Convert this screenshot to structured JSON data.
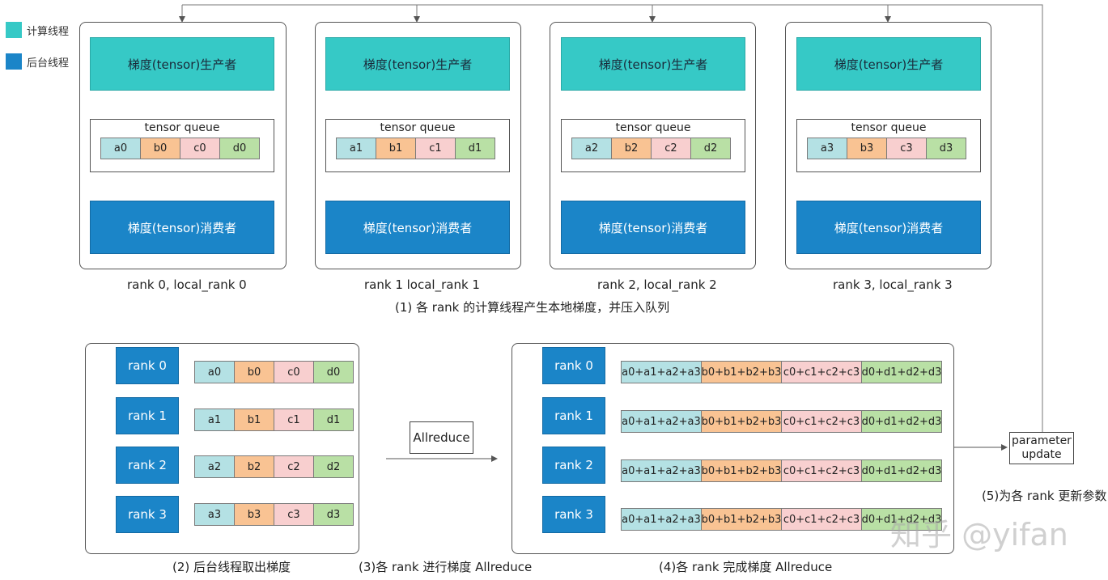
{
  "legend": [
    {
      "label": "计算线程",
      "color": "#36c9c6"
    },
    {
      "label": "后台线程",
      "color": "#1b85c8"
    }
  ],
  "ranks": [
    {
      "producer": "梯度(tensor)生产者",
      "queue_title": "tensor queue",
      "cells": [
        "a0",
        "b0",
        "c0",
        "d0"
      ],
      "consumer": "梯度(tensor)消费者",
      "caption": "rank 0, local_rank 0"
    },
    {
      "producer": "梯度(tensor)生产者",
      "queue_title": "tensor queue",
      "cells": [
        "a1",
        "b1",
        "c1",
        "d1"
      ],
      "consumer": "梯度(tensor)消费者",
      "caption": "rank 1 local_rank 1"
    },
    {
      "producer": "梯度(tensor)生产者",
      "queue_title": "tensor queue",
      "cells": [
        "a2",
        "b2",
        "c2",
        "d2"
      ],
      "consumer": "梯度(tensor)消费者",
      "caption": "rank 2, local_rank 2"
    },
    {
      "producer": "梯度(tensor)生产者",
      "queue_title": "tensor queue",
      "cells": [
        "a3",
        "b3",
        "c3",
        "d3"
      ],
      "consumer": "梯度(tensor)消费者",
      "caption": "rank 3, local_rank 3"
    }
  ],
  "step1_caption": "(1) 各 rank 的计算线程产生本地梯度，并压入队列",
  "left_panel": {
    "ranks": [
      "rank 0",
      "rank 1",
      "rank 2",
      "rank 3"
    ],
    "rows": [
      [
        "a0",
        "b0",
        "c0",
        "d0"
      ],
      [
        "a1",
        "b1",
        "c1",
        "d1"
      ],
      [
        "a2",
        "b2",
        "c2",
        "d2"
      ],
      [
        "a3",
        "b3",
        "c3",
        "d3"
      ]
    ],
    "caption": "(2) 后台线程取出梯度"
  },
  "allreduce_label": "Allreduce",
  "step3_caption": "(3)各 rank 进行梯度 Allreduce",
  "right_panel": {
    "ranks": [
      "rank 0",
      "rank 1",
      "rank 2",
      "rank 3"
    ],
    "row": [
      "a0+a1+a2+a3",
      "b0+b1+b2+b3",
      "c0+c1+c2+c3",
      "d0+d1+d2+d3"
    ],
    "caption": "(4)各 rank 完成梯度 Allreduce"
  },
  "param_update": {
    "line1": "parameter",
    "line2": "update"
  },
  "step5_caption": "(5)为各 rank 更新参数",
  "watermark": "知乎 @yifan"
}
